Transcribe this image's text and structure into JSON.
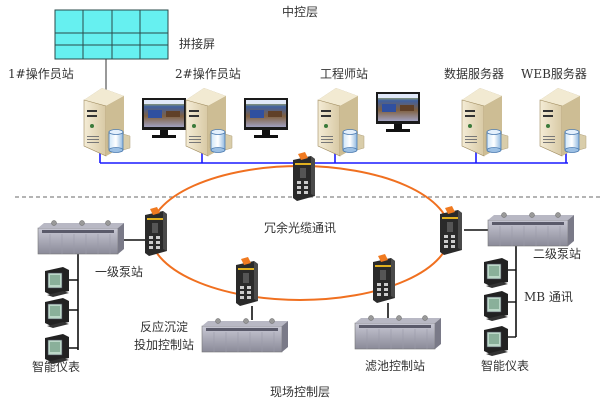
{
  "layers": {
    "top": "中控层",
    "bottom": "现场控制层"
  },
  "video_wall": {
    "label": "拼接屏",
    "rows": 3,
    "cols": 4,
    "color": "#66f0f0"
  },
  "control_room": {
    "stations": [
      {
        "id": "op1",
        "label": "1#操作员站",
        "has_monitor": true
      },
      {
        "id": "op2",
        "label": "2#操作员站",
        "has_monitor": true
      },
      {
        "id": "eng",
        "label": "工程师站",
        "has_monitor": true
      },
      {
        "id": "data",
        "label": "数据服务器",
        "has_monitor": false
      },
      {
        "id": "web",
        "label": "WEB服务器",
        "has_monitor": false
      }
    ],
    "bus_color": "#1a1aff"
  },
  "ring": {
    "label": "冗余光缆通讯",
    "color": "#f07020"
  },
  "field": {
    "stations": [
      {
        "id": "pump1",
        "label": "一级泵站"
      },
      {
        "id": "pump2",
        "label": "二级泵站"
      },
      {
        "id": "reaction",
        "label_line1": "反应沉淀",
        "label_line2": "投加控制站"
      },
      {
        "id": "filter",
        "label": "滤池控制站"
      }
    ],
    "meters_left": {
      "label": "智能仪表",
      "count": 3
    },
    "meters_right": {
      "label": "智能仪表",
      "count": 3,
      "bus_label": "MB 通讯"
    }
  }
}
